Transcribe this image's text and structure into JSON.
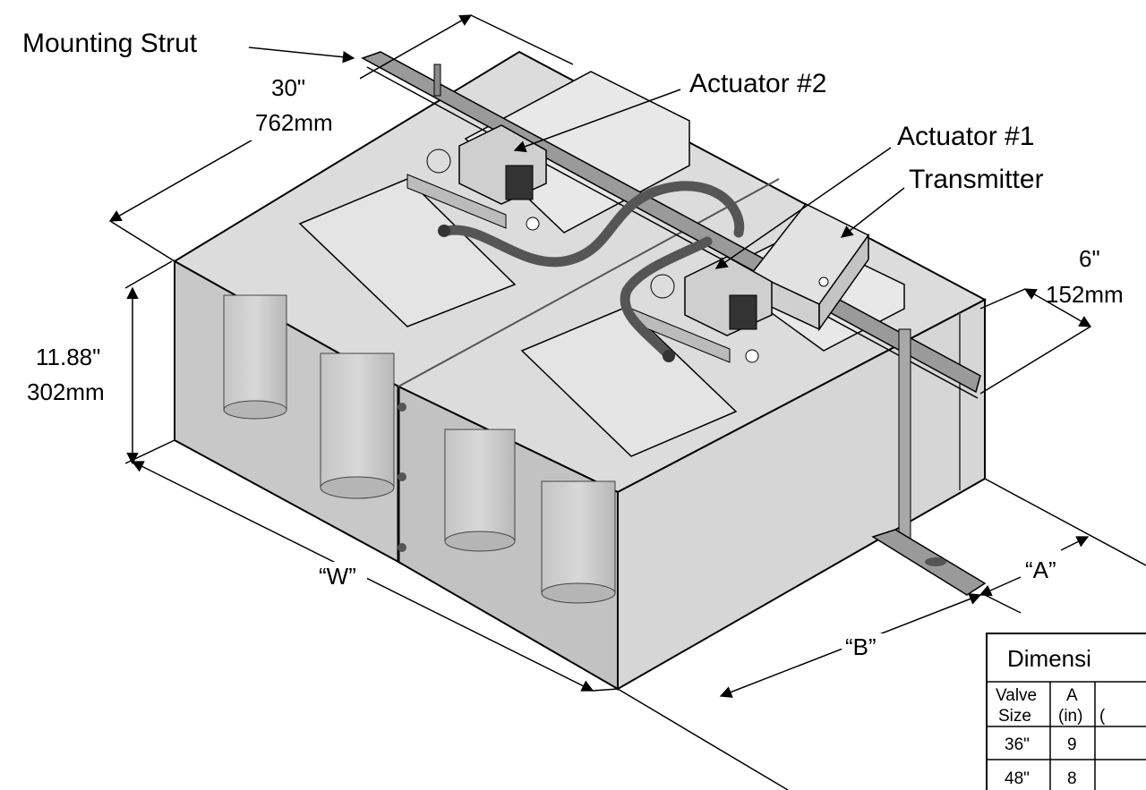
{
  "labels": {
    "mounting_strut": "Mounting Strut",
    "actuator_2": "Actuator #2",
    "actuator_1": "Actuator #1",
    "transmitter": "Transmitter"
  },
  "dimensions": {
    "depth_in": "30\"",
    "depth_mm": "762mm",
    "height_in": "11.88\"",
    "height_mm": "302mm",
    "strut_in": "6\"",
    "strut_mm": "152mm",
    "width": "“W”",
    "a": "“A”",
    "b": "“B”"
  },
  "table": {
    "title": "Dimensi",
    "headers": [
      {
        "line1": "Valve",
        "line2": "Size"
      },
      {
        "line1": "A",
        "line2": "(in)"
      },
      {
        "line1": "",
        "line2": "("
      }
    ],
    "rows": [
      [
        "36\"",
        "9",
        ""
      ],
      [
        "48\"",
        "8",
        ""
      ]
    ]
  },
  "colors": {
    "panel_top": "#dedede",
    "panel_side": "#cfcfcf",
    "panel_inside": "#bdbdbd",
    "line": "#000000"
  }
}
